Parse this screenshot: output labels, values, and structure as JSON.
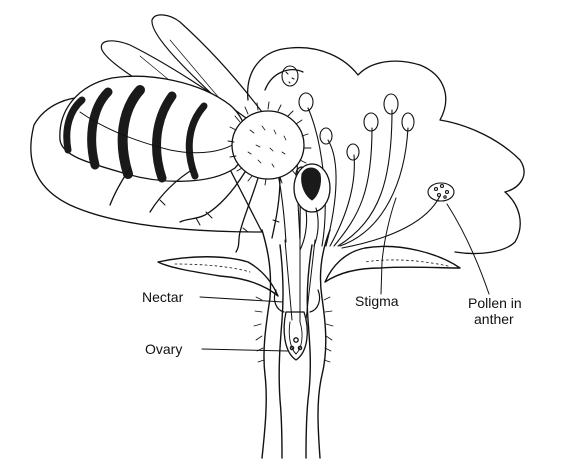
{
  "diagram": {
    "labels": {
      "nectar": "Nectar",
      "ovary": "Ovary",
      "stigma": "Stigma",
      "pollen_line1": "Pollen in",
      "pollen_line2": "anther"
    }
  },
  "colors": {
    "ink": "#111111",
    "paper": "#ffffff"
  }
}
